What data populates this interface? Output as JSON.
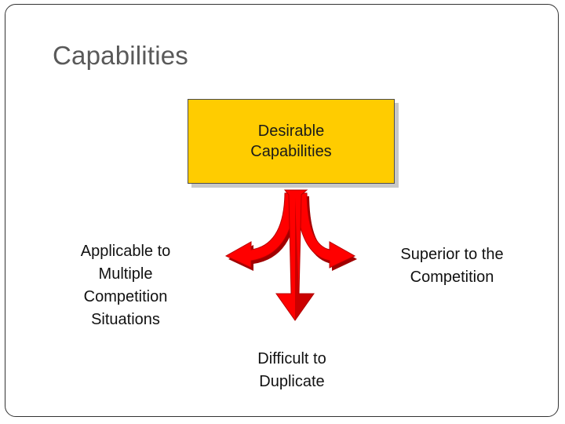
{
  "slide": {
    "title": "Capabilities"
  },
  "diagram": {
    "center_box": {
      "text": "Desirable\nCapabilities"
    },
    "labels": {
      "left": "Applicable to\nMultiple\nCompetition\nSituations",
      "right": "Superior to the\nCompetition",
      "bottom": "Difficult to\nDuplicate"
    },
    "arrows": [
      {
        "name": "arrow-to-left",
        "icon": "curved-arrow-left-icon"
      },
      {
        "name": "arrow-to-right",
        "icon": "curved-arrow-right-icon"
      },
      {
        "name": "arrow-down",
        "icon": "arrow-down-icon"
      }
    ]
  },
  "colors": {
    "box_fill": "#ffcc00",
    "arrow_fill": "#ff0000",
    "arrow_shade": "#a00000",
    "title_text": "#595959"
  }
}
